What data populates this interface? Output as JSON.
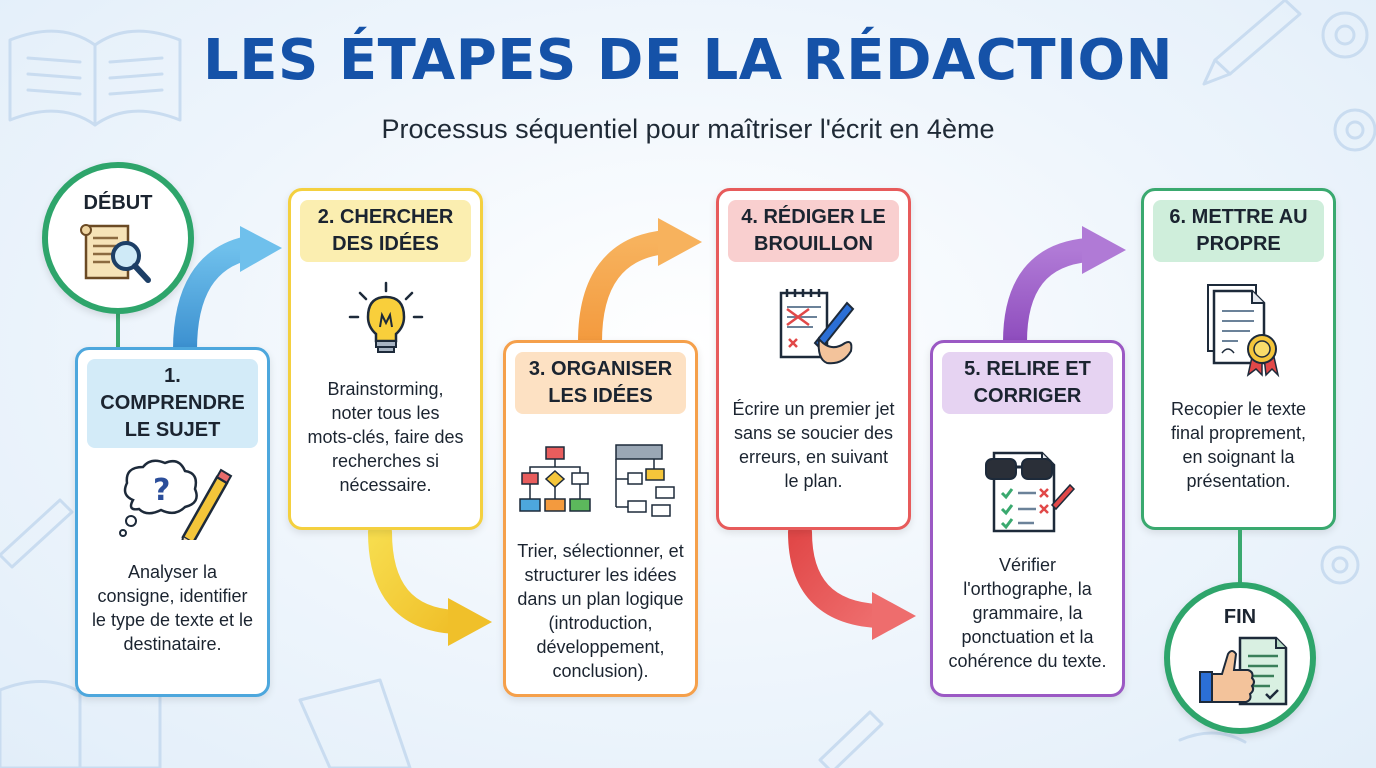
{
  "title": "LES ÉTAPES DE LA RÉDACTION",
  "subtitle": "Processus séquentiel pour maîtriser l'écrit en 4ème",
  "start_label": "DÉBUT",
  "end_label": "FIN",
  "colors": {
    "title": "#1552a8",
    "step1": "#4da7dd",
    "step2": "#f4d03f",
    "step3": "#f5a04b",
    "step4": "#e75b5b",
    "step5": "#9b59c4",
    "step6": "#3aa96f"
  },
  "steps": [
    {
      "title_l1": "1. COMPRENDRE",
      "title_l2": "LE SUJET",
      "desc_l1": "Analyser la",
      "desc_l2": "consigne, identifier",
      "desc_l3": "le type de texte et le",
      "desc_l4": "destinataire."
    },
    {
      "title_l1": "2. CHERCHER",
      "title_l2": "DES IDÉES",
      "desc_l1": "Brainstorming,",
      "desc_l2": "noter tous les",
      "desc_l3": "mots-clés, faire des",
      "desc_l4": "recherches si",
      "desc_l5": "nécessaire."
    },
    {
      "title_l1": "3. ORGANISER",
      "title_l2": "LES IDÉES",
      "desc_l1": "Trier, sélectionner, et",
      "desc_l2": "structurer les idées",
      "desc_l3": "dans un plan logique",
      "desc_l4": "(introduction,",
      "desc_l5": "développement,",
      "desc_l6": "conclusion)."
    },
    {
      "title_l1": "4. RÉDIGER LE",
      "title_l2": "BROUILLON",
      "desc_l1": "Écrire un premier jet",
      "desc_l2": "sans se soucier des",
      "desc_l3": "erreurs, en suivant",
      "desc_l4": "le plan."
    },
    {
      "title_l1": "5. RELIRE ET",
      "title_l2": "CORRIGER",
      "desc_l1": "Vérifier",
      "desc_l2": "l'orthographe, la",
      "desc_l3": "grammaire, la",
      "desc_l4": "ponctuation et la",
      "desc_l5": "cohérence du texte."
    },
    {
      "title_l1": "6. METTRE AU",
      "title_l2": "PROPRE",
      "desc_l1": "Recopier le texte",
      "desc_l2": "final proprement,",
      "desc_l3": "en soignant la",
      "desc_l4": "présentation."
    }
  ]
}
